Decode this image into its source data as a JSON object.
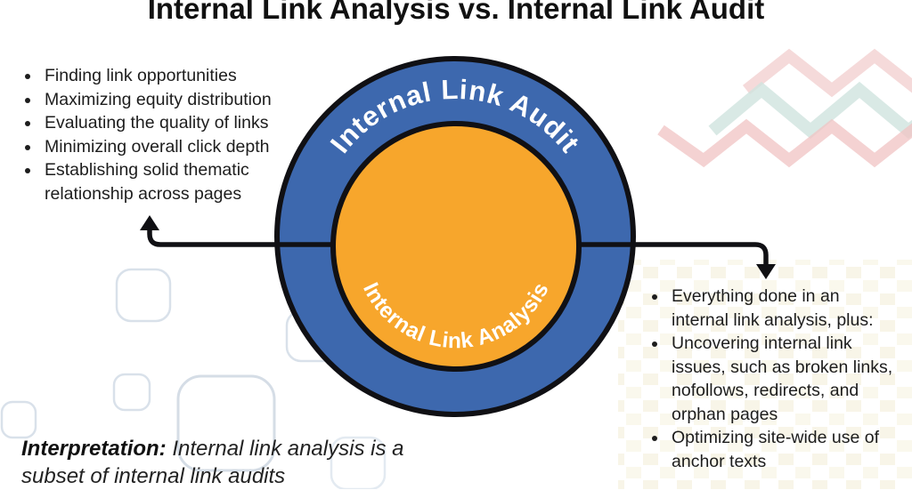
{
  "title": "Internal Link Analysis vs. Internal Link Audit",
  "diagram": {
    "outer_label": "Internal Link Audit",
    "inner_label": "Internal Link Analysis",
    "outer_color": "#3d68ae",
    "inner_color": "#f7a62c",
    "outline_color": "#101014",
    "label_color": "#ffffff"
  },
  "left_list": [
    "Finding link opportunities",
    "Maximizing equity distribution",
    "Evaluating the quality of links",
    "Minimizing overall click depth",
    "Establishing solid thematic relationship across pages"
  ],
  "right_list": [
    "Everything done in an internal link analysis, plus:",
    "Uncovering internal link issues, such as broken links, nofollows, redirects, and orphan pages",
    "Optimizing site-wide use of anchor texts"
  ],
  "interpretation": {
    "label": "Interpretation:",
    "text": " Internal link analysis is a subset of internal link audits"
  },
  "decor": {
    "zigzag_pink": "#f0c3c3",
    "zigzag_teal": "#cfe3de",
    "square_outline": "#d9e1ea",
    "checker_yellow": "#f1ead0"
  }
}
